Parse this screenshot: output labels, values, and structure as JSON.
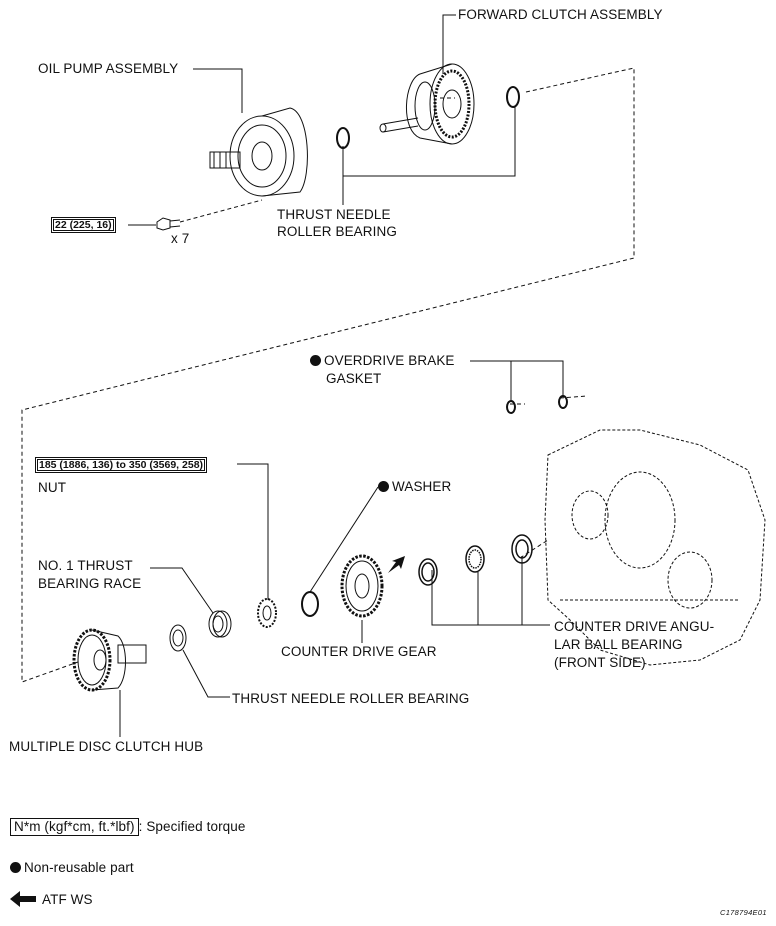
{
  "labels": {
    "forward_clutch": "FORWARD CLUTCH ASSEMBLY",
    "oil_pump": "OIL PUMP ASSEMBLY",
    "thrust_needle_top_1": "THRUST NEEDLE",
    "thrust_needle_top_2": "ROLLER BEARING",
    "bolt_torque": "22 (225, 16)",
    "bolt_qty": "x 7",
    "overdrive_gasket_1": "OVERDRIVE BRAKE",
    "overdrive_gasket_2": "GASKET",
    "nut_torque": "185 (1886, 136) to 350 (3569, 258)",
    "nut": "NUT",
    "washer": "WASHER",
    "thrust_race_1": "NO. 1 THRUST",
    "thrust_race_2": "BEARING RACE",
    "counter_drive_bearing_1": "COUNTER DRIVE ANGU-",
    "counter_drive_bearing_2": "LAR BALL BEARING",
    "counter_drive_bearing_3": "(FRONT SIDE)",
    "counter_drive_gear": "COUNTER DRIVE GEAR",
    "thrust_needle_bottom": "THRUST NEEDLE ROLLER BEARING",
    "clutch_hub": "MULTIPLE DISC CLUTCH HUB"
  },
  "legend": {
    "torque_box": "N*m (kgf*cm, ft.*lbf)",
    "torque_text": ": Specified torque",
    "nonreusable": "Non-reusable part",
    "atf": "ATF WS"
  },
  "figure_code": "C178794E01"
}
